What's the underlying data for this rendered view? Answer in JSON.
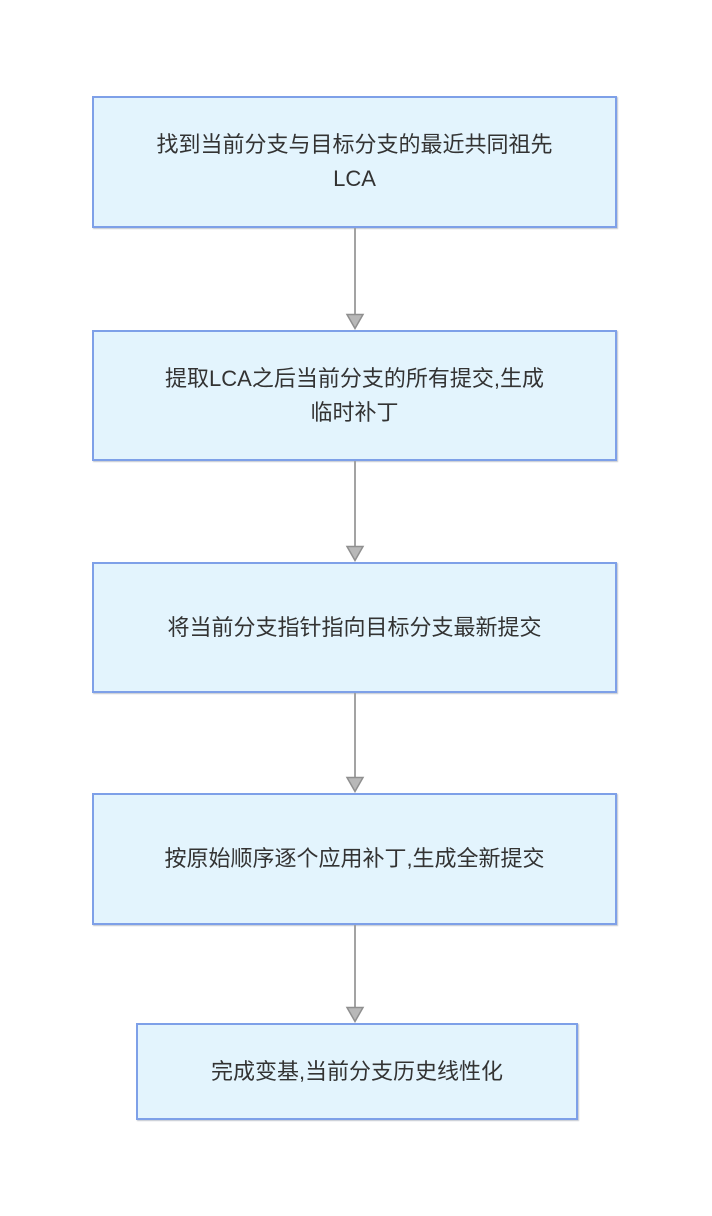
{
  "diagram": {
    "type": "flowchart",
    "direction": "top-down",
    "nodes": [
      {
        "id": "step-1",
        "label": "找到当前分支与目标分支的最近共同祖先LCA"
      },
      {
        "id": "step-2",
        "label": "提取LCA之后当前分支的所有提交,生成临时补丁"
      },
      {
        "id": "step-3",
        "label": "将当前分支指针指向目标分支最新提交"
      },
      {
        "id": "step-4",
        "label": "按原始顺序逐个应用补丁,生成全新提交"
      },
      {
        "id": "step-5",
        "label": "完成变基,当前分支历史线性化"
      }
    ],
    "edges": [
      {
        "from": "step-1",
        "to": "step-2",
        "style": "arrow-down"
      },
      {
        "from": "step-2",
        "to": "step-3",
        "style": "arrow-down"
      },
      {
        "from": "step-3",
        "to": "step-4",
        "style": "arrow-down"
      },
      {
        "from": "step-4",
        "to": "step-5",
        "style": "arrow-down"
      }
    ],
    "colors": {
      "background": "#ffffff",
      "node_fill": "#e3f4fd",
      "node_border": "#7ea0e8",
      "arrow_line": "#a3a3a3",
      "arrow_head_fill": "#b8b8b8",
      "arrow_head_stroke": "#8f8f8f",
      "text": "#333333"
    }
  }
}
